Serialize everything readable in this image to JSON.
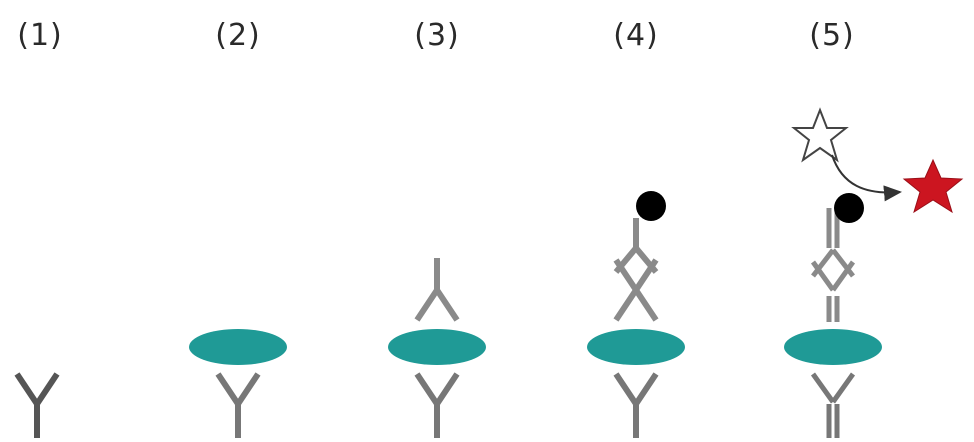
{
  "steps": [
    {
      "label": "(1)"
    },
    {
      "label": "(2)"
    },
    {
      "label": "(3)"
    },
    {
      "label": "(4)"
    },
    {
      "label": "(5)"
    }
  ],
  "colors": {
    "antigen": "#1f9a96",
    "antibody_capture": "#555555",
    "antibody_detection": "#8a8a8a",
    "enzyme_label": "#000000",
    "substrate_outline": "#444444",
    "product": "#cc1520",
    "arrow": "#333333"
  }
}
